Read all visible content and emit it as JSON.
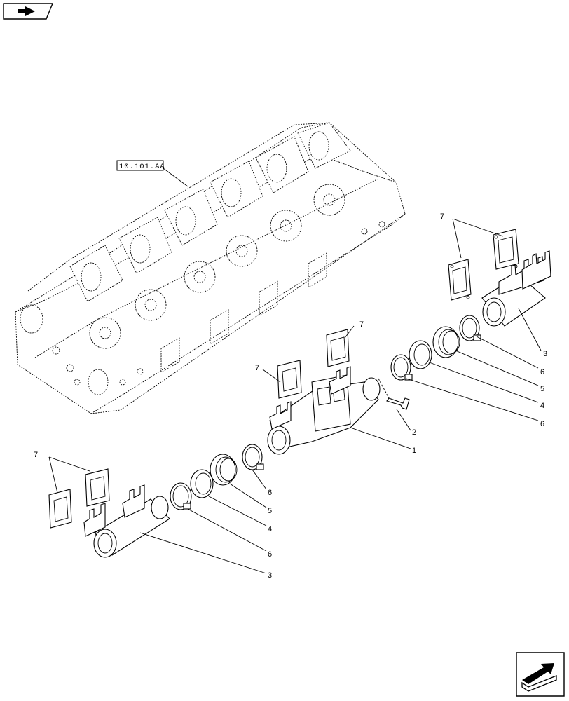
{
  "navigation": {
    "prev_icon": "prev-page-icon",
    "next_icon": "next-page-icon"
  },
  "reference": {
    "label": "10.101.AA"
  },
  "callouts": {
    "c1": "1",
    "c2": "2",
    "c3_right": "3",
    "c3_left": "3",
    "c4_right": "4",
    "c4_left": "4",
    "c5_right": "5",
    "c5_left": "5",
    "c6_right_a": "6",
    "c6_right_b": "6",
    "c6_left_a": "6",
    "c6_left_b": "6",
    "c7_top_right": "7",
    "c7_mid_a": "7",
    "c7_mid_b": "7",
    "c7_left": "7"
  }
}
